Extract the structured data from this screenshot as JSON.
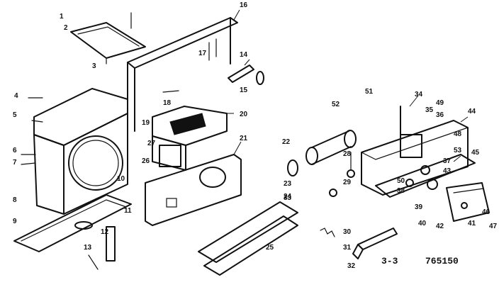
{
  "diagram": {
    "figure_label": "3-3",
    "drawing_number": "765150",
    "callouts": [
      {
        "id": "c1a",
        "text": "1"
      },
      {
        "id": "c2a",
        "text": "2"
      },
      {
        "id": "c3a",
        "text": "3"
      },
      {
        "id": "c4a",
        "text": "4"
      },
      {
        "id": "c5a",
        "text": "5"
      },
      {
        "id": "c6a",
        "text": "6"
      },
      {
        "id": "c7a",
        "text": "7"
      },
      {
        "id": "c8a",
        "text": "8"
      },
      {
        "id": "c9a",
        "text": "9"
      },
      {
        "id": "c10a",
        "text": "10"
      },
      {
        "id": "c11a",
        "text": "11"
      },
      {
        "id": "c12a",
        "text": "12"
      },
      {
        "id": "c13a",
        "text": "13"
      },
      {
        "id": "c14a",
        "text": "14"
      },
      {
        "id": "c15a",
        "text": "15"
      },
      {
        "id": "c16a",
        "text": "16"
      },
      {
        "id": "c17a",
        "text": "17"
      },
      {
        "id": "c18a",
        "text": "18"
      },
      {
        "id": "c19a",
        "text": "19"
      },
      {
        "id": "c20a",
        "text": "20"
      },
      {
        "id": "c21a",
        "text": "21"
      },
      {
        "id": "c22a",
        "text": "22"
      },
      {
        "id": "c23a",
        "text": "23"
      },
      {
        "id": "c24a",
        "text": "24"
      },
      {
        "id": "c25a",
        "text": "25"
      },
      {
        "id": "c26a",
        "text": "26"
      },
      {
        "id": "c27a",
        "text": "27"
      },
      {
        "id": "c28a",
        "text": "28"
      },
      {
        "id": "c29a",
        "text": "29"
      },
      {
        "id": "c30a",
        "text": "30"
      },
      {
        "id": "c31a",
        "text": "31"
      },
      {
        "id": "c32a",
        "text": "32"
      },
      {
        "id": "c33a",
        "text": "33"
      },
      {
        "id": "c34a",
        "text": "34"
      },
      {
        "id": "c35a",
        "text": "35"
      },
      {
        "id": "c36a",
        "text": "36"
      },
      {
        "id": "c37a",
        "text": "37"
      },
      {
        "id": "c38a",
        "text": "38"
      },
      {
        "id": "c39a",
        "text": "39"
      },
      {
        "id": "c40a",
        "text": "40"
      },
      {
        "id": "c41a",
        "text": "41"
      },
      {
        "id": "c42a",
        "text": "42"
      },
      {
        "id": "c43a",
        "text": "43"
      },
      {
        "id": "c44a",
        "text": "44"
      },
      {
        "id": "c45a",
        "text": "45"
      },
      {
        "id": "c46a",
        "text": "46"
      },
      {
        "id": "c47a",
        "text": "47"
      },
      {
        "id": "c48a",
        "text": "48"
      },
      {
        "id": "c49a",
        "text": "49"
      },
      {
        "id": "c50a",
        "text": "50"
      },
      {
        "id": "c51a",
        "text": "51"
      },
      {
        "id": "c52a",
        "text": "52"
      },
      {
        "id": "c53a",
        "text": "53"
      }
    ]
  }
}
